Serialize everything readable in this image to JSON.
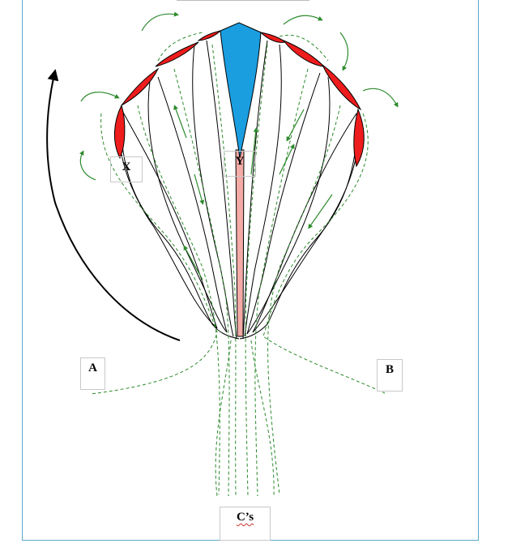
{
  "labels": {
    "a": "A",
    "b": "B",
    "x": "X",
    "y": "Y",
    "c": "C’s"
  },
  "colors": {
    "frame": "#5aa9c8",
    "petal_fill": "#ee1c1c",
    "center_fill": "#1a9ee0",
    "core_fill": "#f4aaa6",
    "flow_green": "#2c8a2c",
    "outline": "#000000"
  }
}
